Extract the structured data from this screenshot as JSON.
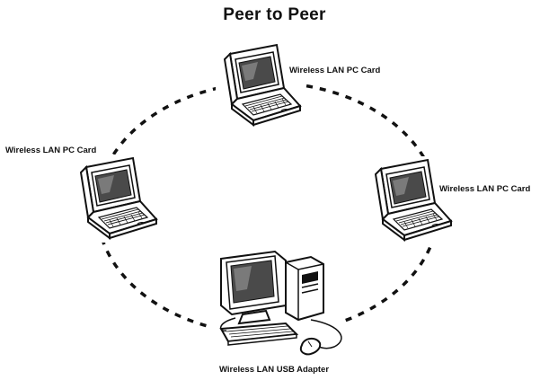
{
  "title": "Peer to Peer",
  "nodes": {
    "top_laptop": {
      "label": "Wireless LAN PC Card",
      "icon": "laptop-icon"
    },
    "left_laptop": {
      "label": "Wireless LAN PC Card",
      "icon": "laptop-icon"
    },
    "right_laptop": {
      "label": "Wireless LAN PC Card",
      "icon": "laptop-icon"
    },
    "bottom_desktop": {
      "label": "Wireless LAN USB Adapter",
      "icon": "desktop-computer-icon"
    }
  },
  "colors": {
    "ink": "#111111",
    "screen": "#5a5a5a",
    "case": "#ffffff"
  }
}
